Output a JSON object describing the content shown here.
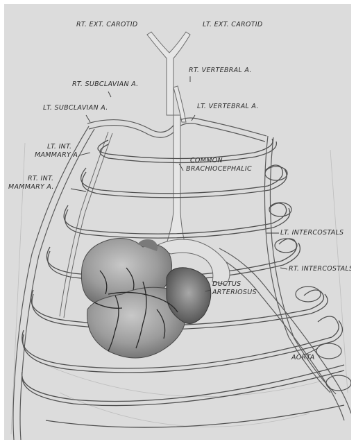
{
  "diagram": {
    "labels": {
      "rt_ext_carotid": "RT. EXT. CAROTID",
      "lt_ext_carotid": "LT. EXT. CAROTID",
      "rt_vertebral": "RT. VERTEBRAL A.",
      "rt_subclavian": "RT. SUBCLAVIAN A.",
      "lt_subclavian": "LT. SUBCLAVIAN A.",
      "lt_vertebral": "LT. VERTEBRAL A.",
      "lt_int_mammary_1": "LT. INT.",
      "lt_int_mammary_2": "MAMMARY A.",
      "common_brachio_1": "COMMON",
      "common_brachio_2": "BRACHIOCEPHALIC",
      "rt_int_mammary_1": "RT. INT.",
      "rt_int_mammary_2": "MAMMARY A.",
      "lt_intercostals": "LT. INTERCOSTALS",
      "rt_intercostals": "RT. INTERCOSTALS",
      "ductus_1": "DUCTUS",
      "ductus_2": "ARTERIOSUS",
      "aorta": "AORTA"
    },
    "colors": {
      "paper": "#dcdcdc",
      "vessel_fill": "#e6e6e6",
      "vessel_edge": "#5a5a5a",
      "ink": "#2a2a2a",
      "heart": "#9a9a9a"
    }
  }
}
